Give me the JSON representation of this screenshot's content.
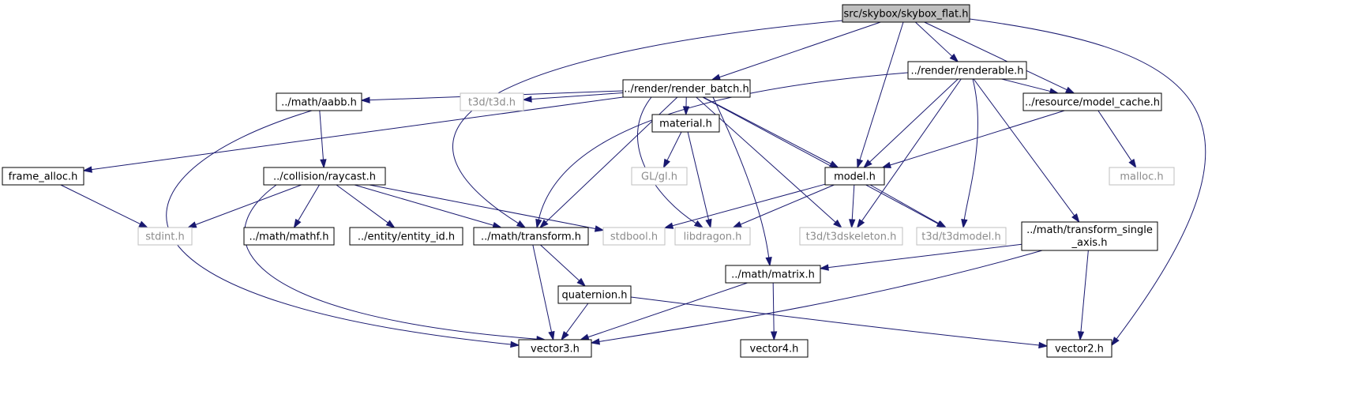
{
  "diagram": {
    "nodes": [
      {
        "id": "root",
        "label": "src/skybox/skybox_flat.h",
        "kind": "root"
      },
      {
        "id": "render_batch",
        "label": "../render/render_batch.h",
        "kind": "local"
      },
      {
        "id": "renderable",
        "label": "../render/renderable.h",
        "kind": "local"
      },
      {
        "id": "aabb",
        "label": "../math/aabb.h",
        "kind": "local"
      },
      {
        "id": "t3d",
        "label": "t3d/t3d.h",
        "kind": "system"
      },
      {
        "id": "material",
        "label": "material.h",
        "kind": "local"
      },
      {
        "id": "model_cache",
        "label": "../resource/model_cache.h",
        "kind": "local"
      },
      {
        "id": "frame_alloc",
        "label": "frame_alloc.h",
        "kind": "local"
      },
      {
        "id": "raycast",
        "label": "../collision/raycast.h",
        "kind": "local"
      },
      {
        "id": "gl",
        "label": "GL/gl.h",
        "kind": "system"
      },
      {
        "id": "model",
        "label": "model.h",
        "kind": "local"
      },
      {
        "id": "malloc",
        "label": "malloc.h",
        "kind": "system"
      },
      {
        "id": "stdint",
        "label": "stdint.h",
        "kind": "system"
      },
      {
        "id": "mathf",
        "label": "../math/mathf.h",
        "kind": "local"
      },
      {
        "id": "entity_id",
        "label": "../entity/entity_id.h",
        "kind": "local"
      },
      {
        "id": "transform",
        "label": "../math/transform.h",
        "kind": "local"
      },
      {
        "id": "stdbool",
        "label": "stdbool.h",
        "kind": "system"
      },
      {
        "id": "libdragon",
        "label": "libdragon.h",
        "kind": "system"
      },
      {
        "id": "t3dskeleton",
        "label": "t3d/t3dskeleton.h",
        "kind": "system"
      },
      {
        "id": "t3dmodel",
        "label": "t3d/t3dmodel.h",
        "kind": "system"
      },
      {
        "id": "tsa",
        "label": "../math/transform_single",
        "label2": "_axis.h",
        "kind": "local"
      },
      {
        "id": "quaternion",
        "label": "quaternion.h",
        "kind": "local"
      },
      {
        "id": "matrix",
        "label": "../math/matrix.h",
        "kind": "local"
      },
      {
        "id": "vector3",
        "label": "vector3.h",
        "kind": "local"
      },
      {
        "id": "vector4",
        "label": "vector4.h",
        "kind": "local"
      },
      {
        "id": "vector2",
        "label": "vector2.h",
        "kind": "local"
      }
    ],
    "edges": [
      [
        "root",
        "render_batch"
      ],
      [
        "root",
        "transform"
      ],
      [
        "root",
        "renderable"
      ],
      [
        "root",
        "model"
      ],
      [
        "root",
        "model_cache"
      ],
      [
        "root",
        "vector2"
      ],
      [
        "render_batch",
        "frame_alloc"
      ],
      [
        "render_batch",
        "aabb"
      ],
      [
        "render_batch",
        "t3d"
      ],
      [
        "render_batch",
        "transform"
      ],
      [
        "render_batch",
        "libdragon"
      ],
      [
        "render_batch",
        "material"
      ],
      [
        "render_batch",
        "model"
      ],
      [
        "render_batch",
        "t3dskeleton"
      ],
      [
        "render_batch",
        "t3dmodel"
      ],
      [
        "render_batch",
        "matrix"
      ],
      [
        "renderable",
        "transform"
      ],
      [
        "renderable",
        "model"
      ],
      [
        "renderable",
        "t3dskeleton"
      ],
      [
        "renderable",
        "t3dmodel"
      ],
      [
        "renderable",
        "model_cache"
      ],
      [
        "renderable",
        "tsa"
      ],
      [
        "aabb",
        "raycast"
      ],
      [
        "aabb",
        "vector3"
      ],
      [
        "material",
        "gl"
      ],
      [
        "material",
        "libdragon"
      ],
      [
        "model_cache",
        "model"
      ],
      [
        "model_cache",
        "malloc"
      ],
      [
        "frame_alloc",
        "stdint"
      ],
      [
        "raycast",
        "stdint"
      ],
      [
        "raycast",
        "mathf"
      ],
      [
        "raycast",
        "entity_id"
      ],
      [
        "raycast",
        "transform"
      ],
      [
        "raycast",
        "stdbool"
      ],
      [
        "raycast",
        "vector3"
      ],
      [
        "model",
        "stdbool"
      ],
      [
        "model",
        "libdragon"
      ],
      [
        "model",
        "t3dskeleton"
      ],
      [
        "model",
        "t3dmodel"
      ],
      [
        "tsa",
        "matrix"
      ],
      [
        "tsa",
        "vector3"
      ],
      [
        "tsa",
        "vector2"
      ],
      [
        "transform",
        "quaternion"
      ],
      [
        "transform",
        "vector3"
      ],
      [
        "quaternion",
        "vector3"
      ],
      [
        "quaternion",
        "vector2"
      ],
      [
        "matrix",
        "vector3"
      ],
      [
        "matrix",
        "vector4"
      ]
    ]
  }
}
